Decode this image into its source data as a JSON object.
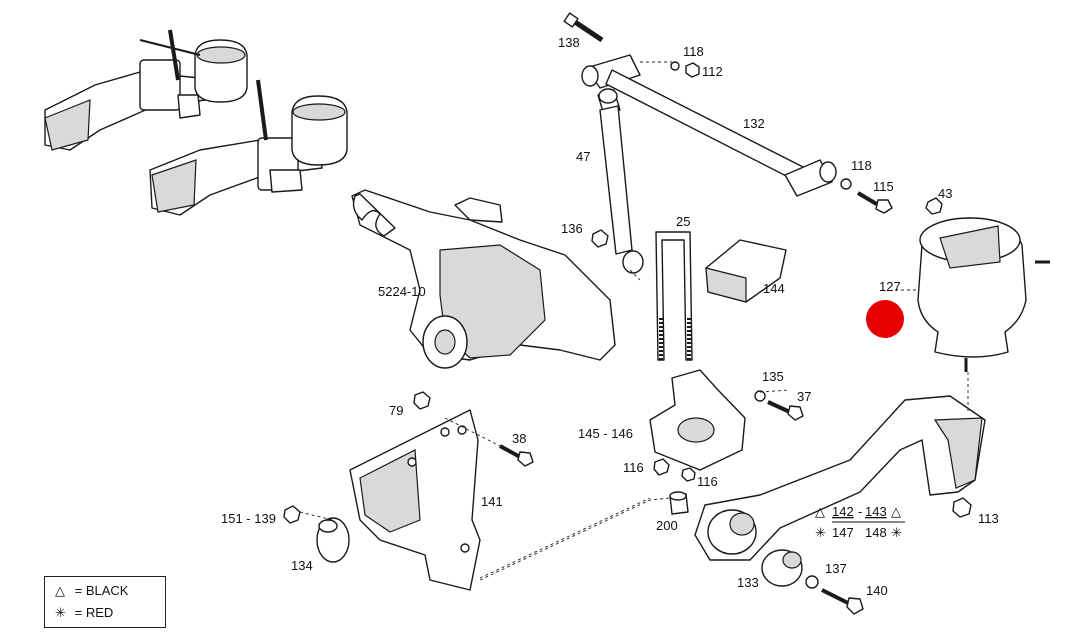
{
  "callouts": {
    "c138": "138",
    "c118a": "118",
    "c112": "112",
    "c132": "132",
    "c47": "47",
    "c118b": "118",
    "c115": "115",
    "c43": "43",
    "c136": "136",
    "c25": "25",
    "c127": "127",
    "c5224": "5224-10",
    "c144": "144",
    "c135": "135",
    "c37": "37",
    "c79": "79",
    "c38": "38",
    "c145": "145 - 146",
    "c116a": "116",
    "c116b": "116",
    "c141": "141",
    "c151": "151 - 139",
    "c200": "200",
    "c142": "142",
    "c143": "143",
    "c147": "147",
    "c148": "148",
    "c113": "113",
    "c134": "134",
    "c133": "133",
    "c137": "137",
    "c140": "140"
  },
  "legend": {
    "black_symbol": "△",
    "black_label": "= BLACK",
    "red_symbol": "✳",
    "red_label": "= RED"
  },
  "marker_color": "#e60000"
}
